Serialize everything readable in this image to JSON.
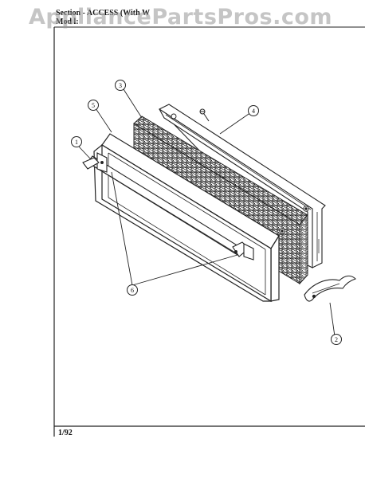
{
  "header": {
    "line1": "Section - ACCESS (With W",
    "line2": "Mod l:"
  },
  "watermark": "AppliancePartsPros.com",
  "footer": "1/92",
  "callouts": [
    {
      "id": "c1",
      "label": "1"
    },
    {
      "id": "c2",
      "label": "2"
    },
    {
      "id": "c3",
      "label": "3"
    },
    {
      "id": "c4",
      "label": "4"
    },
    {
      "id": "c5",
      "label": "5"
    },
    {
      "id": "c6",
      "label": "6"
    }
  ]
}
